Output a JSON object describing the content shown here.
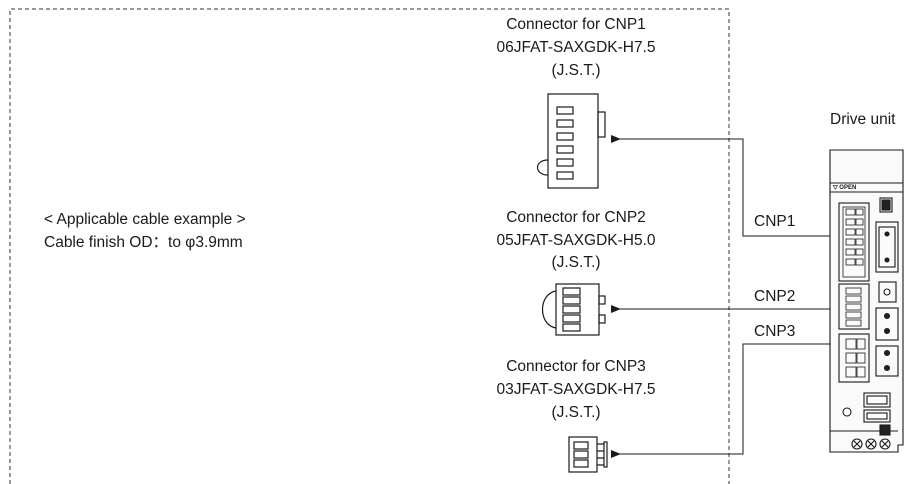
{
  "drive_unit": {
    "title": "Drive unit",
    "open_label": "▽ OPEN"
  },
  "cable_note": {
    "line1": "< Applicable cable example >",
    "line2": "Cable finish OD：to φ3.9mm"
  },
  "connectors": [
    {
      "title": "Connector for CNP1",
      "part": "06JFAT-SAXGDK-H7.5",
      "maker": "(J.S.T.)",
      "port": "CNP1"
    },
    {
      "title": "Connector for CNP2",
      "part": "05JFAT-SAXGDK-H5.0",
      "maker": "(J.S.T.)",
      "port": "CNP2"
    },
    {
      "title": "Connector for CNP3",
      "part": "03JFAT-SAXGDK-H7.5",
      "maker": "(J.S.T.)",
      "port": "CNP3"
    }
  ]
}
